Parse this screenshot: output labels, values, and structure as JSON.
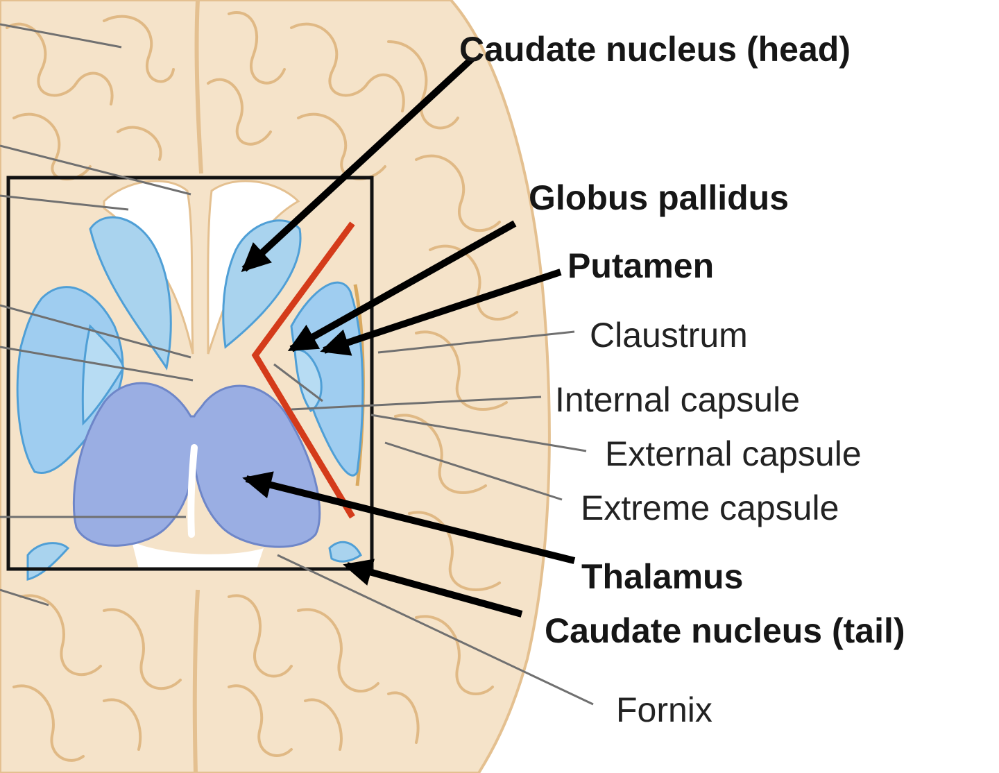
{
  "colors": {
    "brain_tissue": "#f5e3c9",
    "gyrus_outline": "#e4c090",
    "ventricle": "#ffffff",
    "basal_ganglia": "#a9d3ee",
    "putamen": "#9fcdf0",
    "basal_ganglia_outline": "#4f9fd6",
    "thalamus": "#9aaee3",
    "thalamus_outline": "#6e86c8",
    "focus_box": "#111111",
    "capsule_marker": "#d43b1a",
    "arrow": "#000000",
    "leader_line": "#707070"
  },
  "labels": {
    "caudate_head": "Caudate nucleus (head)",
    "globus_pallidus": "Globus pallidus",
    "putamen": "Putamen",
    "claustrum": "Claustrum",
    "internal_capsule": "Internal capsule",
    "external_capsule": "External capsule",
    "extreme_capsule": "Extreme capsule",
    "thalamus": "Thalamus",
    "caudate_tail": "Caudate nucleus (tail)",
    "fornix": "Fornix"
  }
}
